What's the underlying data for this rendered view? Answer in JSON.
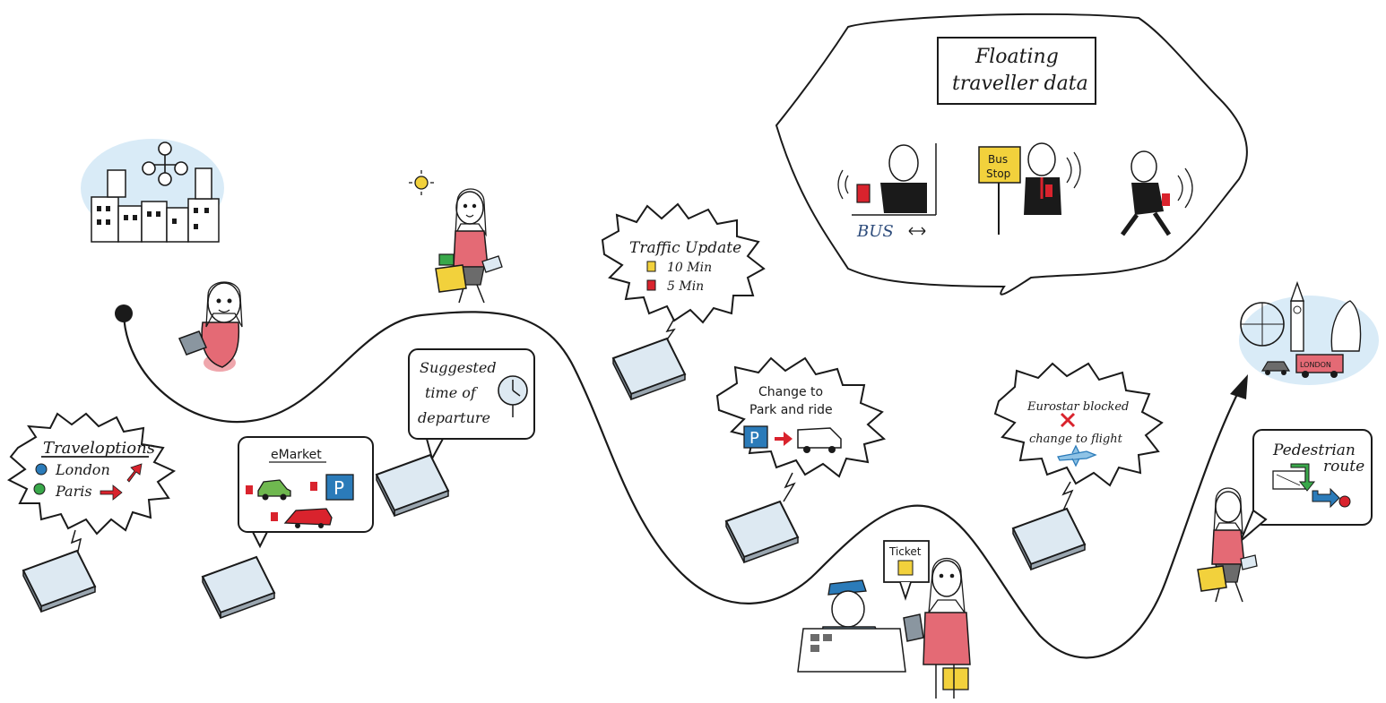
{
  "colors": {
    "ink": "#1a1a1a",
    "pink": "#e46a75",
    "yellow": "#f2d13c",
    "red": "#d9232d",
    "green": "#39a84a",
    "blue": "#2b7bb9",
    "sky": "#cfe6f5",
    "screen": "#dde9f2"
  },
  "journey": {
    "start_marker": "start-dot",
    "end_marker": "arrow-head"
  },
  "travel_options": {
    "title": "Traveloptions",
    "items": [
      "London",
      "Paris"
    ],
    "dot_colors": [
      "#2b7bb9",
      "#39a84a"
    ]
  },
  "emarket": {
    "title": "eMarket",
    "parking_sign": "P"
  },
  "departure": {
    "lines": [
      "Suggested",
      "time of",
      "departure"
    ]
  },
  "traffic": {
    "title": "Traffic Update",
    "items": [
      "10 Min",
      "5 Min"
    ],
    "item_colors": [
      "#f2d13c",
      "#d9232d"
    ]
  },
  "floating_data": {
    "title_lines": [
      "Floating",
      "traveller data"
    ],
    "bus_label": "BUS",
    "bus_stop_lines": [
      "Bus",
      "Stop"
    ]
  },
  "park_ride": {
    "lines": [
      "Change to",
      "Park and ride"
    ],
    "parking_sign": "P"
  },
  "eurostar": {
    "line1": "Eurostar blocked",
    "line2": "change to flight"
  },
  "ticket": {
    "label": "Ticket"
  },
  "pedestrian": {
    "lines": [
      "Pedestrian",
      "route"
    ]
  },
  "london_bus_sign": "LONDON"
}
